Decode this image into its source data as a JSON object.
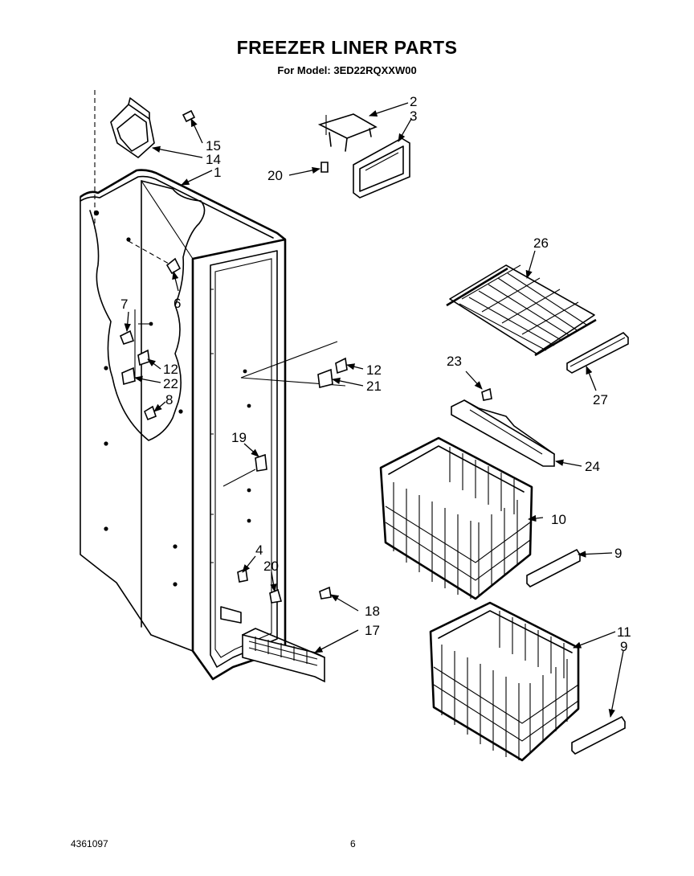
{
  "header": {
    "title": "FREEZER LINER PARTS",
    "subtitle": "For Model: 3ED22RQXXW00"
  },
  "footer": {
    "doc_number": "4361097",
    "page_number": "6"
  },
  "callouts": [
    {
      "id": "c2",
      "label": "2"
    },
    {
      "id": "c3",
      "label": "3"
    },
    {
      "id": "c20a",
      "label": "20"
    },
    {
      "id": "c15",
      "label": "15"
    },
    {
      "id": "c14",
      "label": "14"
    },
    {
      "id": "c1",
      "label": "1"
    },
    {
      "id": "c6",
      "label": "6"
    },
    {
      "id": "c7",
      "label": "7"
    },
    {
      "id": "c12a",
      "label": "12"
    },
    {
      "id": "c22",
      "label": "22"
    },
    {
      "id": "c8",
      "label": "8"
    },
    {
      "id": "c12b",
      "label": "12"
    },
    {
      "id": "c21",
      "label": "21"
    },
    {
      "id": "c26",
      "label": "26"
    },
    {
      "id": "c23",
      "label": "23"
    },
    {
      "id": "c27",
      "label": "27"
    },
    {
      "id": "c24",
      "label": "24"
    },
    {
      "id": "c19",
      "label": "19"
    },
    {
      "id": "c10",
      "label": "10"
    },
    {
      "id": "c9a",
      "label": "9"
    },
    {
      "id": "c4",
      "label": "4"
    },
    {
      "id": "c20b",
      "label": "20"
    },
    {
      "id": "c18",
      "label": "18"
    },
    {
      "id": "c17",
      "label": "17"
    },
    {
      "id": "c11",
      "label": "11"
    },
    {
      "id": "c9b",
      "label": "9"
    }
  ]
}
